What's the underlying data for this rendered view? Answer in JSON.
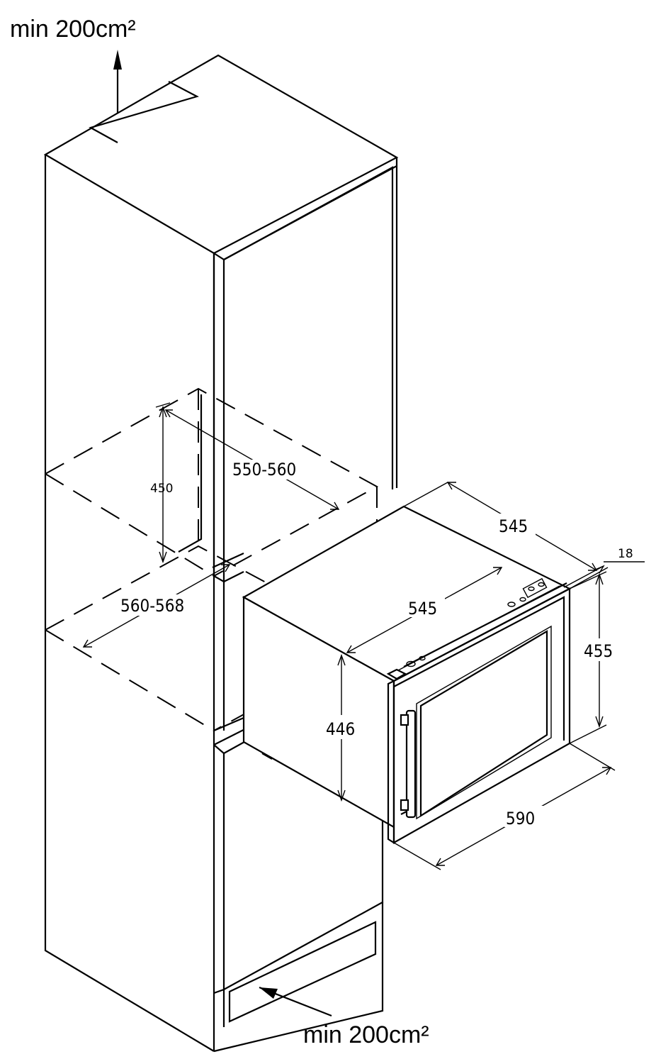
{
  "ventilation": {
    "top_label": "min 200cm²",
    "bottom_label": "min 200cm²"
  },
  "dimensions": {
    "niche_height": "450",
    "niche_depth": "550-560",
    "niche_width": "560-568",
    "appliance_depth_top": "545",
    "appliance_depth_side": "545",
    "door_thickness": "18",
    "front_height": "455",
    "body_height": "446",
    "front_width": "590"
  }
}
